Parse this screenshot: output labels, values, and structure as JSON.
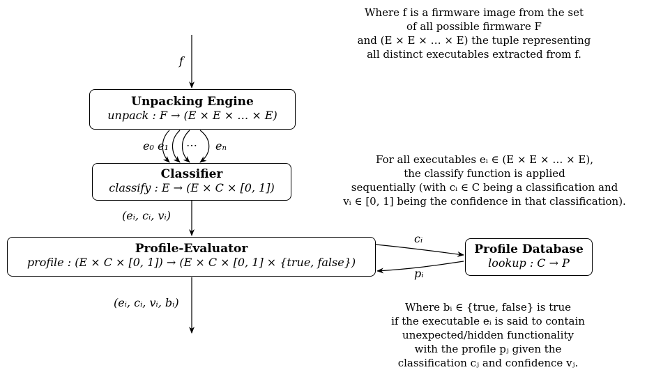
{
  "notes": {
    "top": [
      "Where f is a firmware image from the set",
      "of all possible firmware F",
      "and (E × E × … × E) the tuple representing",
      "all distinct executables extracted from f."
    ],
    "middle": [
      "For all executables eᵢ ∈ (E × E × … × E),",
      "the classify function is applied",
      "sequentially (with cᵢ ∈ C being a classification and",
      "vᵢ ∈ [0, 1] being the confidence in that classification)."
    ],
    "bottom": [
      "Where bᵢ ∈ {true, false} is true",
      "if the executable eᵢ is said to contain",
      "unexpected/hidden functionality",
      "with the profile pⱼ given the",
      "classification cⱼ and confidence vⱼ."
    ]
  },
  "boxes": {
    "unpacking": {
      "title": "Unpacking Engine",
      "formula": "unpack : F → (E × E × … × E)"
    },
    "classifier": {
      "title": "Classifier",
      "formula": "classify : E → (E × C × [0, 1])"
    },
    "evaluator": {
      "title": "Profile-Evaluator",
      "formula": "profile : (E × C × [0, 1]) → (E × C × [0, 1] × {true, false})"
    },
    "database": {
      "title": "Profile Database",
      "formula": "lookup : C → P"
    }
  },
  "edges": {
    "input": "f",
    "e0": "e₀",
    "e1": "e₁",
    "dots": "⋯",
    "en": "eₙ",
    "classified": "(eᵢ, cᵢ, vᵢ)",
    "evaluated": "(eᵢ, cᵢ, vᵢ, bᵢ)",
    "ci": "cᵢ",
    "pi": "pᵢ"
  }
}
